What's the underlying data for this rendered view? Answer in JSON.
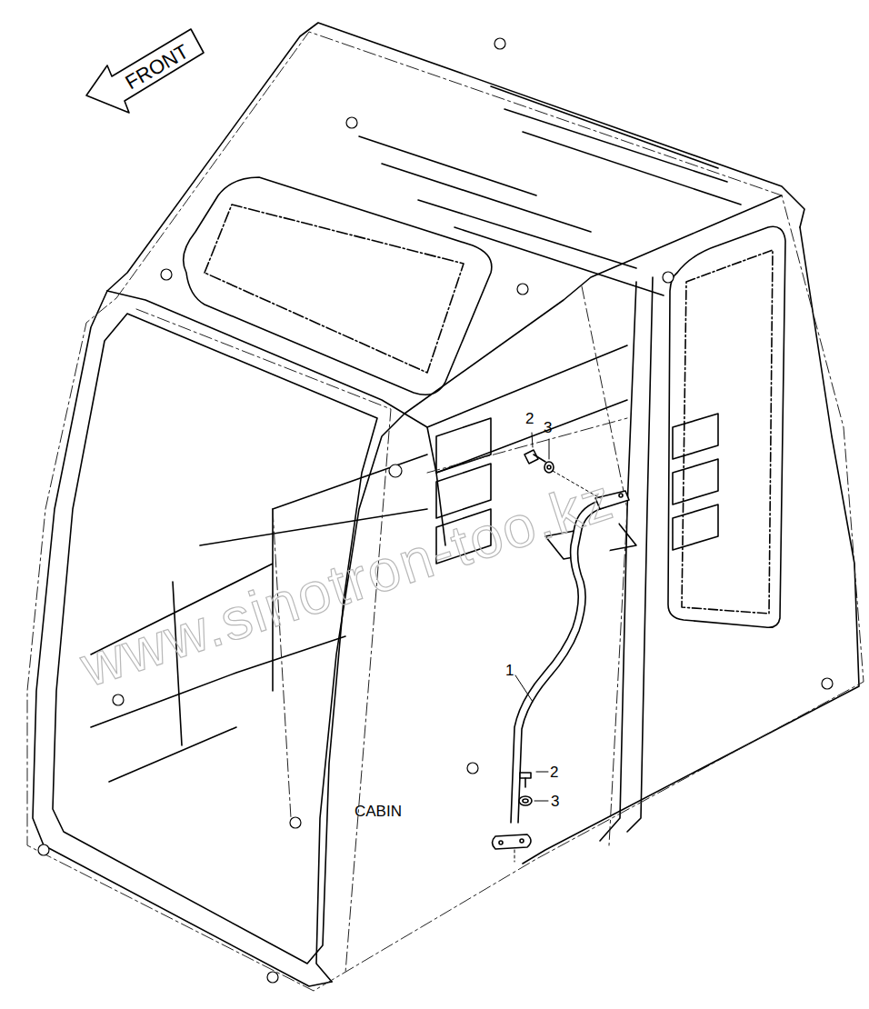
{
  "diagram": {
    "nodes": [
      {
        "text": [
          "FRONT"
        ]
      }
    ],
    "labels": [
      "CABIN",
      "1",
      "2",
      "3",
      "2",
      "3",
      "www.sinotron-too.kz"
    ]
  }
}
